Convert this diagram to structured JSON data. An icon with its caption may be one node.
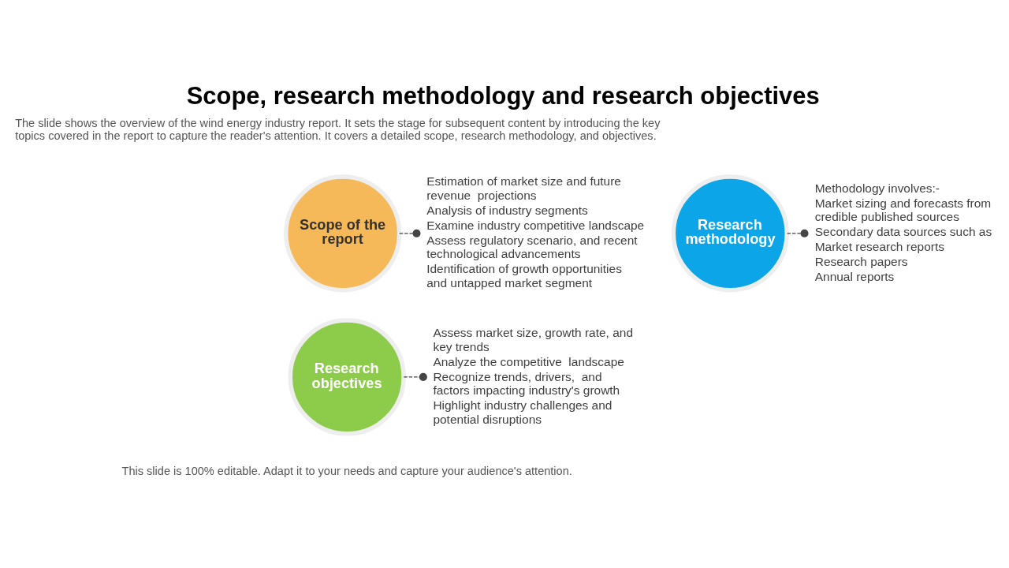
{
  "diagram": {
    "title": "Scope, research methodology and research objectives",
    "caption": "This slide is 100% editable. Adapt it to your needs and capture your audience's attention.",
    "nodes": [
      {
        "text": [
          "Scope of the report"
        ]
      },
      {
        "text": [
          "Research methodology"
        ]
      },
      {
        "text": [
          "Research objectives"
        ]
      },
      {
        "text": [
          "Estimation of market size and future revenue  projections",
          "Analysis of industry segments",
          "Examine industry competitive landscape",
          "Assess regulatory scenario, and recent technological advancements",
          "Identification of growth opportunities and untapped market segment"
        ]
      },
      {
        "text": [
          "Methodology involves:-",
          "Market sizing and forecasts from credible published sources",
          "Secondary data sources such as",
          "Market research reports",
          "Research papers",
          "Annual reports"
        ]
      },
      {
        "text": [
          "Assess market size, growth rate, and key trends",
          "Analyze the competitive  landscape",
          "Recognize trends, drivers,  and factors impacting industry's growth",
          "Highlight industry challenges and potential disruptions"
        ]
      }
    ],
    "edges": [
      {
        "from": 0,
        "to": 3,
        "arrow": "other",
        "style": "dashed"
      },
      {
        "from": 1,
        "to": 4,
        "arrow": "other",
        "style": "dashed"
      },
      {
        "from": 2,
        "to": 5,
        "arrow": "other",
        "style": "dashed"
      }
    ],
    "labels": [
      "The slide shows the overview of the wind energy industry report. It sets the stage for subsequent content by introducing the key topics covered in the report to capture the reader's attention. It covers a detailed scope, research methodology, and objectives."
    ]
  }
}
